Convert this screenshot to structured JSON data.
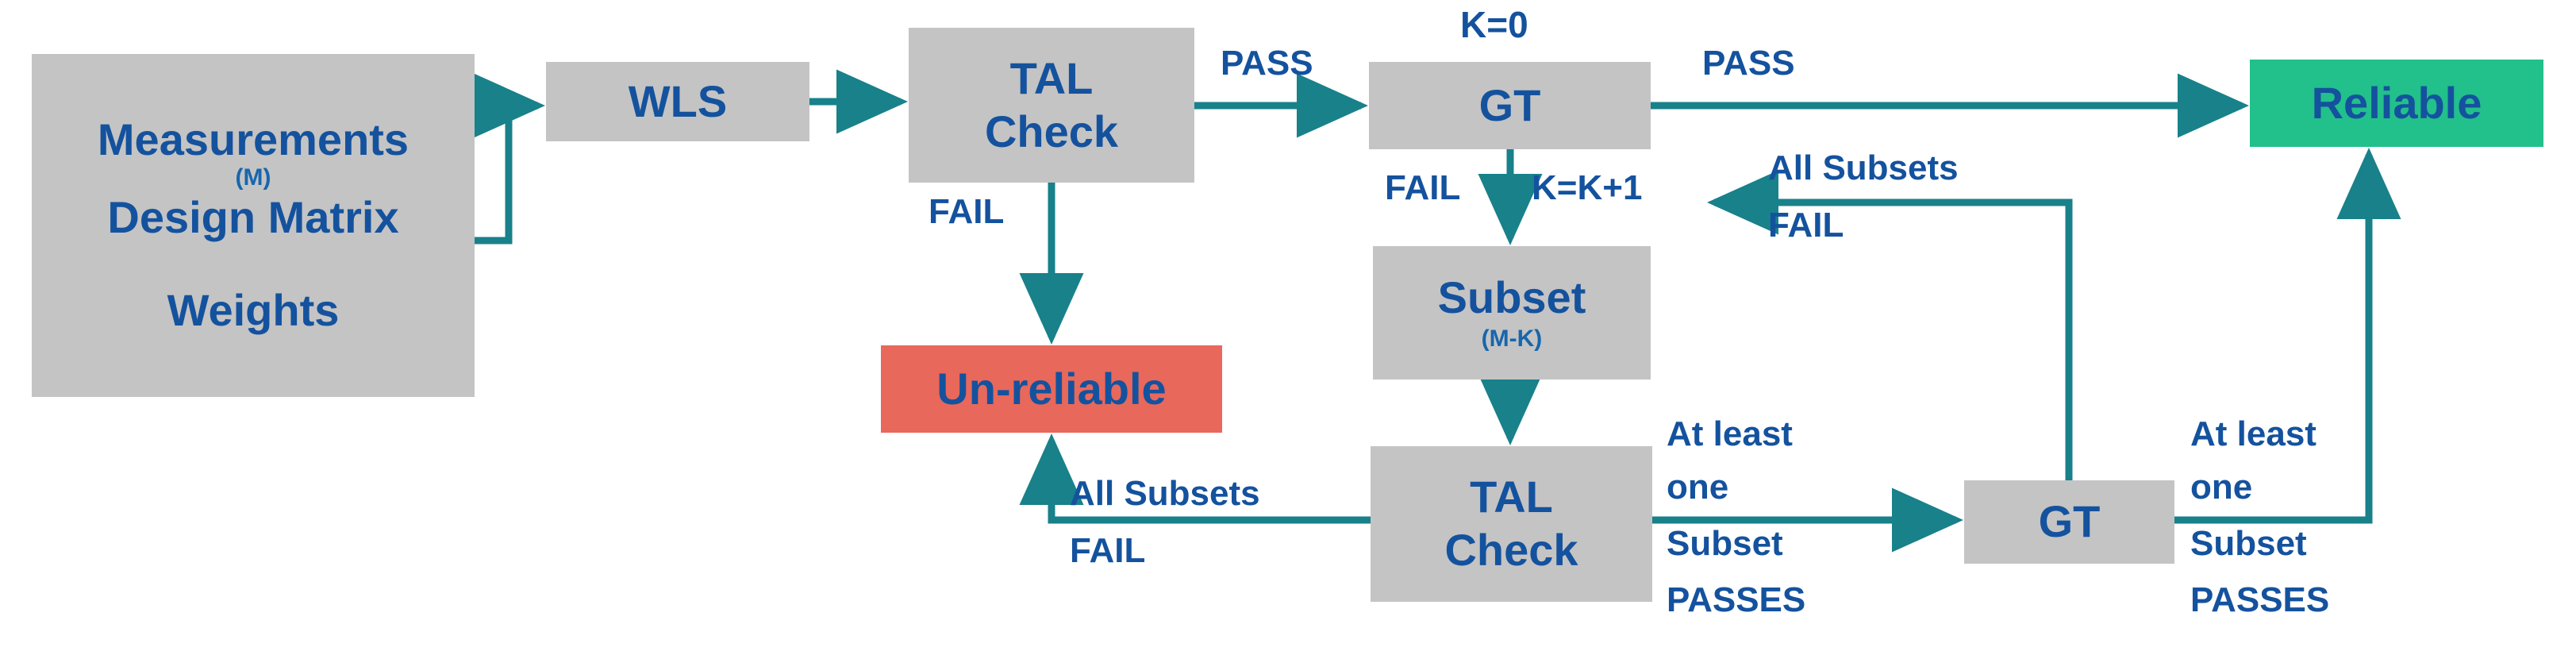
{
  "diagram": {
    "title": "TAL / GT fault detection and exclusion flowchart",
    "colors": {
      "process_fill": "#c4c4c4",
      "reliable_fill": "#22c08a",
      "unreliable_fill": "#e8685b",
      "text_blue": "#14529e",
      "connector_teal": "#18818a",
      "background": "#ffffff"
    },
    "nodes": {
      "input": {
        "line1": "Measurements",
        "line2": "(M)",
        "line3": "Design Matrix",
        "line4": "Weights"
      },
      "wls": {
        "label": "WLS"
      },
      "tal_check_top": {
        "line1": "TAL",
        "line2": "Check"
      },
      "gt_top": {
        "label": "GT"
      },
      "reliable": {
        "label": "Reliable"
      },
      "unreliable": {
        "label": "Un-reliable"
      },
      "subset": {
        "line1": "Subset",
        "line2": "(M-K)"
      },
      "tal_check_bottom": {
        "line1": "TAL",
        "line2": "Check"
      },
      "gt_bottom": {
        "label": "GT"
      }
    },
    "edge_labels": {
      "k_init": "K=0",
      "pass_tal_to_gt": "PASS",
      "pass_gt_to_reliable": "PASS",
      "fail_tal_to_unreliable": "FAIL",
      "fail_gt_to_subset": "FAIL",
      "k_increment": "K=K+1",
      "all_subsets_fail_top_l1": "All Subsets",
      "all_subsets_fail_top_l2": "FAIL",
      "all_subsets_fail_bottom_l1": "All Subsets",
      "all_subsets_fail_bottom_l2": "FAIL",
      "at_least_one_passes_mid_l1": "At least",
      "at_least_one_passes_mid_l2": "one",
      "at_least_one_passes_mid_l3": "Subset",
      "at_least_one_passes_mid_l4": "PASSES",
      "at_least_one_passes_right_l1": "At least",
      "at_least_one_passes_right_l2": "one",
      "at_least_one_passes_right_l3": "Subset",
      "at_least_one_passes_right_l4": "PASSES"
    }
  }
}
